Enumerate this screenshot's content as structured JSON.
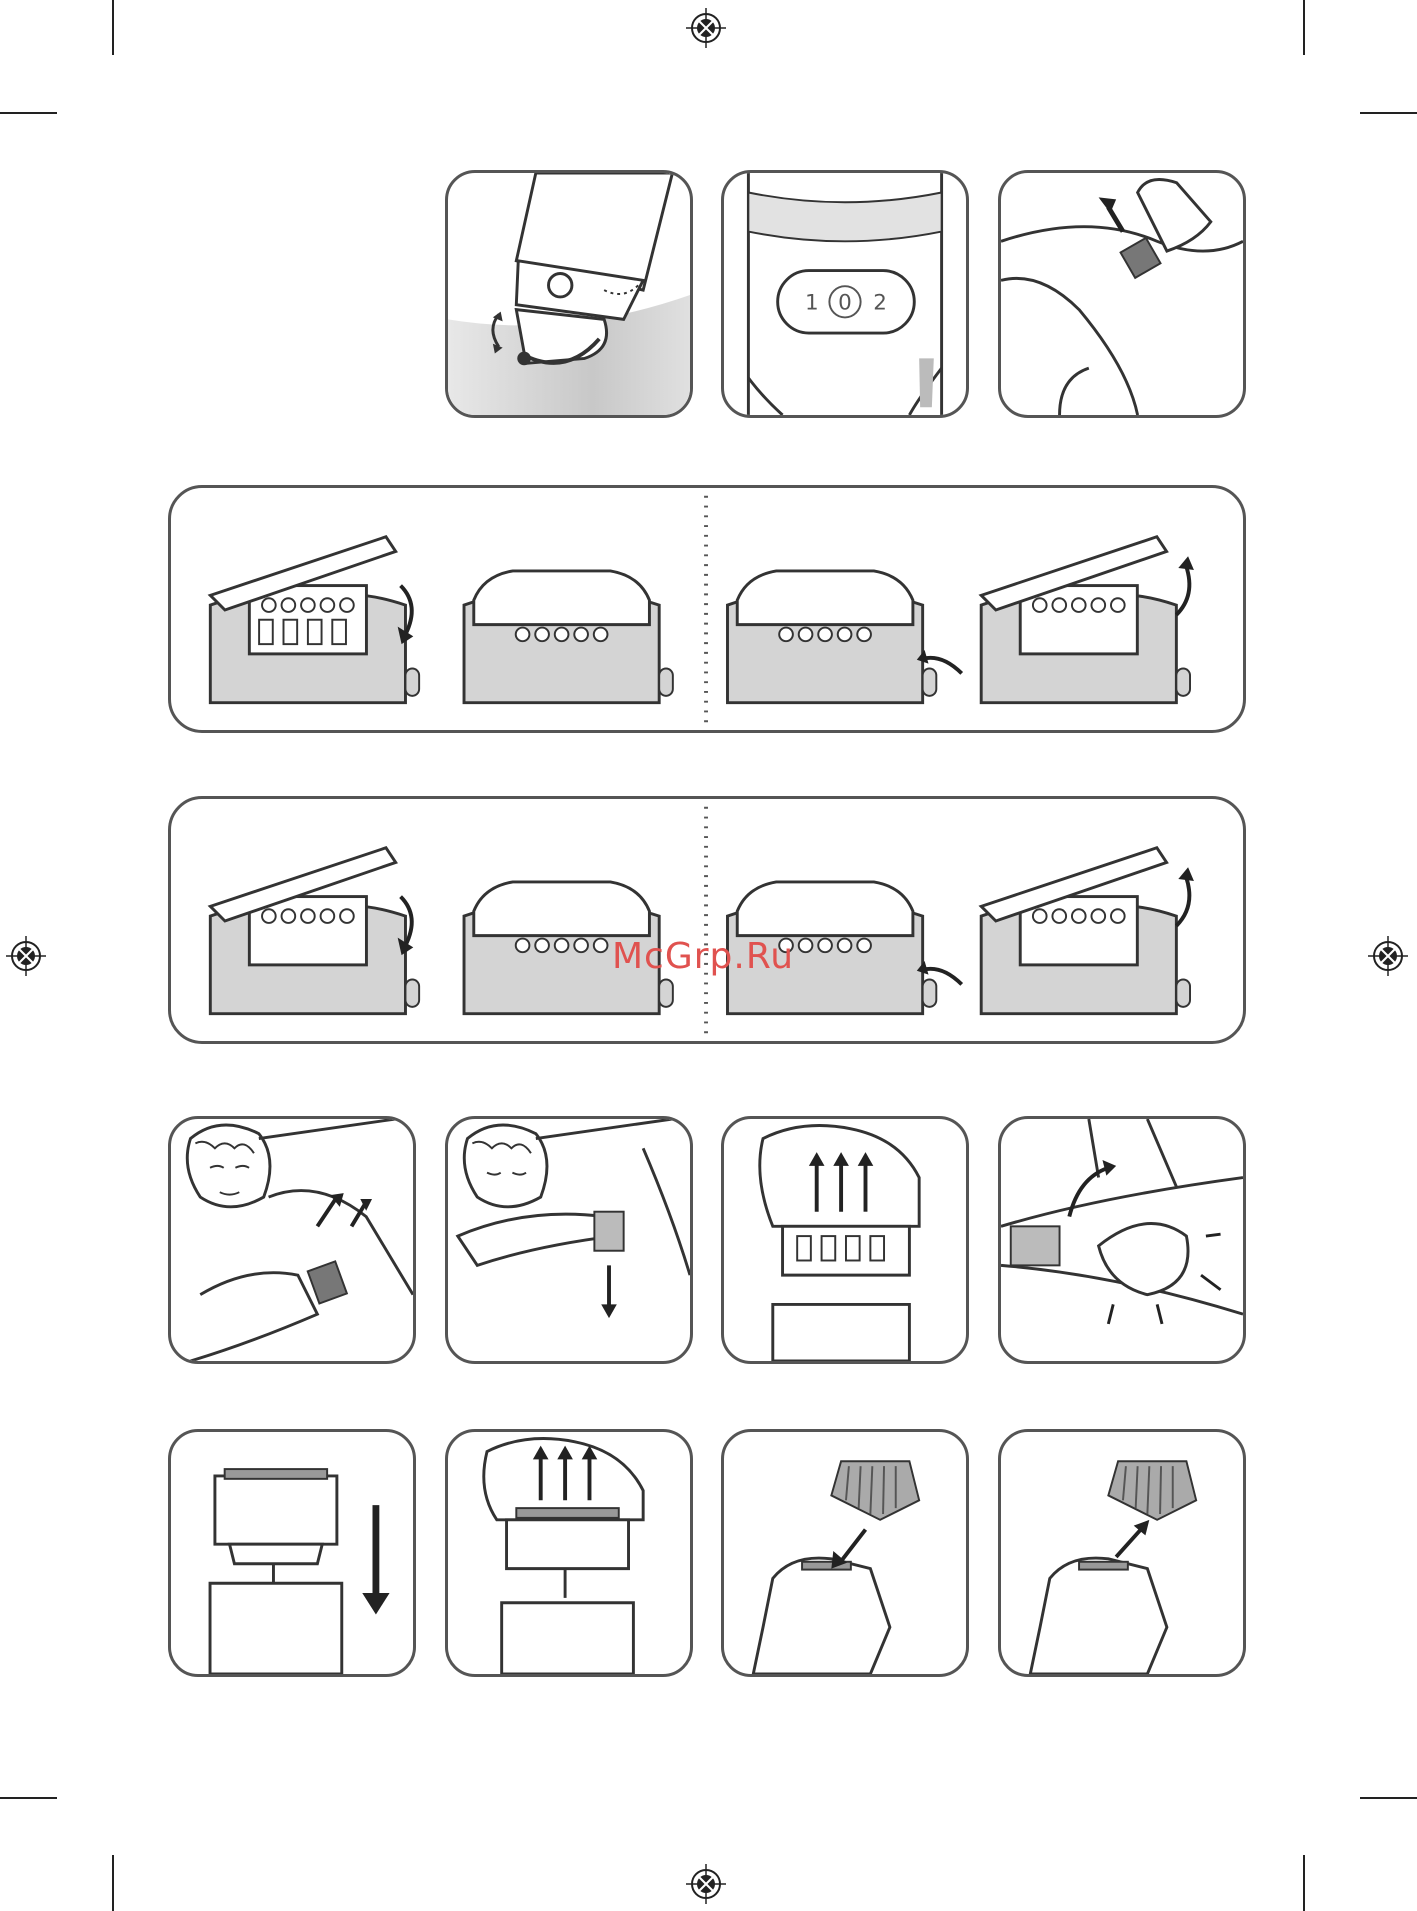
{
  "page": {
    "watermark": "McGrp.Ru"
  },
  "switch": {
    "positions": [
      "1",
      "0",
      "2"
    ]
  }
}
